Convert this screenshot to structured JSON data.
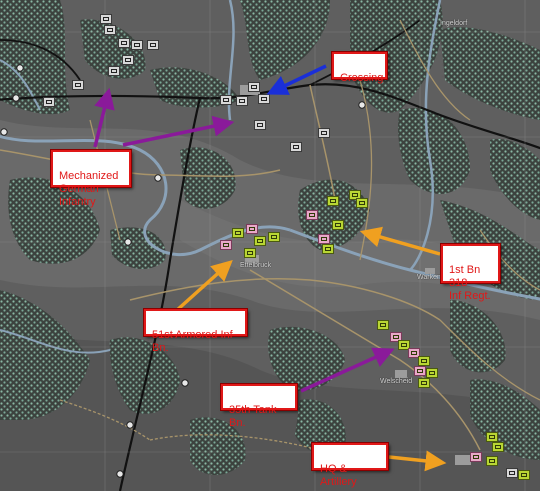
{
  "callouts": {
    "crossing": "Crossing",
    "mech_infantry": "Mechanized\nGerman Infantry",
    "first_bn_318": "1st Bn 318\nInf Regt.",
    "armored_inf_51": "51st Armored Inf Bn.",
    "tank_35": "35th Tank Bn.",
    "hq_artillery": "HQ & Artillery"
  },
  "towns": {
    "ettelbruck": "Ettelbruck",
    "warken": "Warken",
    "welscheid": "Welscheid",
    "ingeldorf": "Ingeldorf"
  },
  "colors": {
    "callout_border": "#e01818",
    "callout_text": "#e01818",
    "arrow_blue": "#1a2fd8",
    "arrow_purple": "#8a1a9a",
    "arrow_orange": "#f0a020",
    "river": "#8aa2b8",
    "road_main": "#111111",
    "road_secondary": "#a8946a",
    "german_counter": "#d8d8d8",
    "us_counter": "#b9d634",
    "us_counter_alt": "#e8a8c8"
  }
}
